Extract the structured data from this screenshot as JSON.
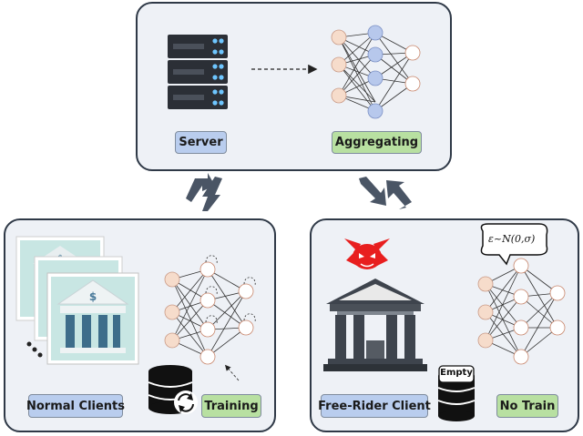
{
  "server_panel": {
    "server_label": "Server",
    "aggregating_label": "Aggregating"
  },
  "normal_panel": {
    "clients_label": "Normal Clients",
    "training_label": "Training"
  },
  "freerider_panel": {
    "client_label": "Free-Rider Client",
    "no_train_label": "No Train",
    "empty_label": "Empty",
    "noise_formula": "ε~N(0,σ)"
  },
  "colors": {
    "panel_border": "#2f3947",
    "panel_fill": "#eef1f6",
    "tag_blue": "#b9cdee",
    "tag_green": "#b8e0a1",
    "input_node": "#f6dccb",
    "hidden_node": "#b7c8ec",
    "arrow": "#4a5565",
    "devil": "#e81f1f"
  },
  "icons": [
    "server-rack-icon",
    "neural-network-icon",
    "bank-icon",
    "database-sync-icon",
    "devil-icon",
    "empty-database-icon",
    "speech-bubble-icon",
    "exchange-arrows-icon"
  ]
}
